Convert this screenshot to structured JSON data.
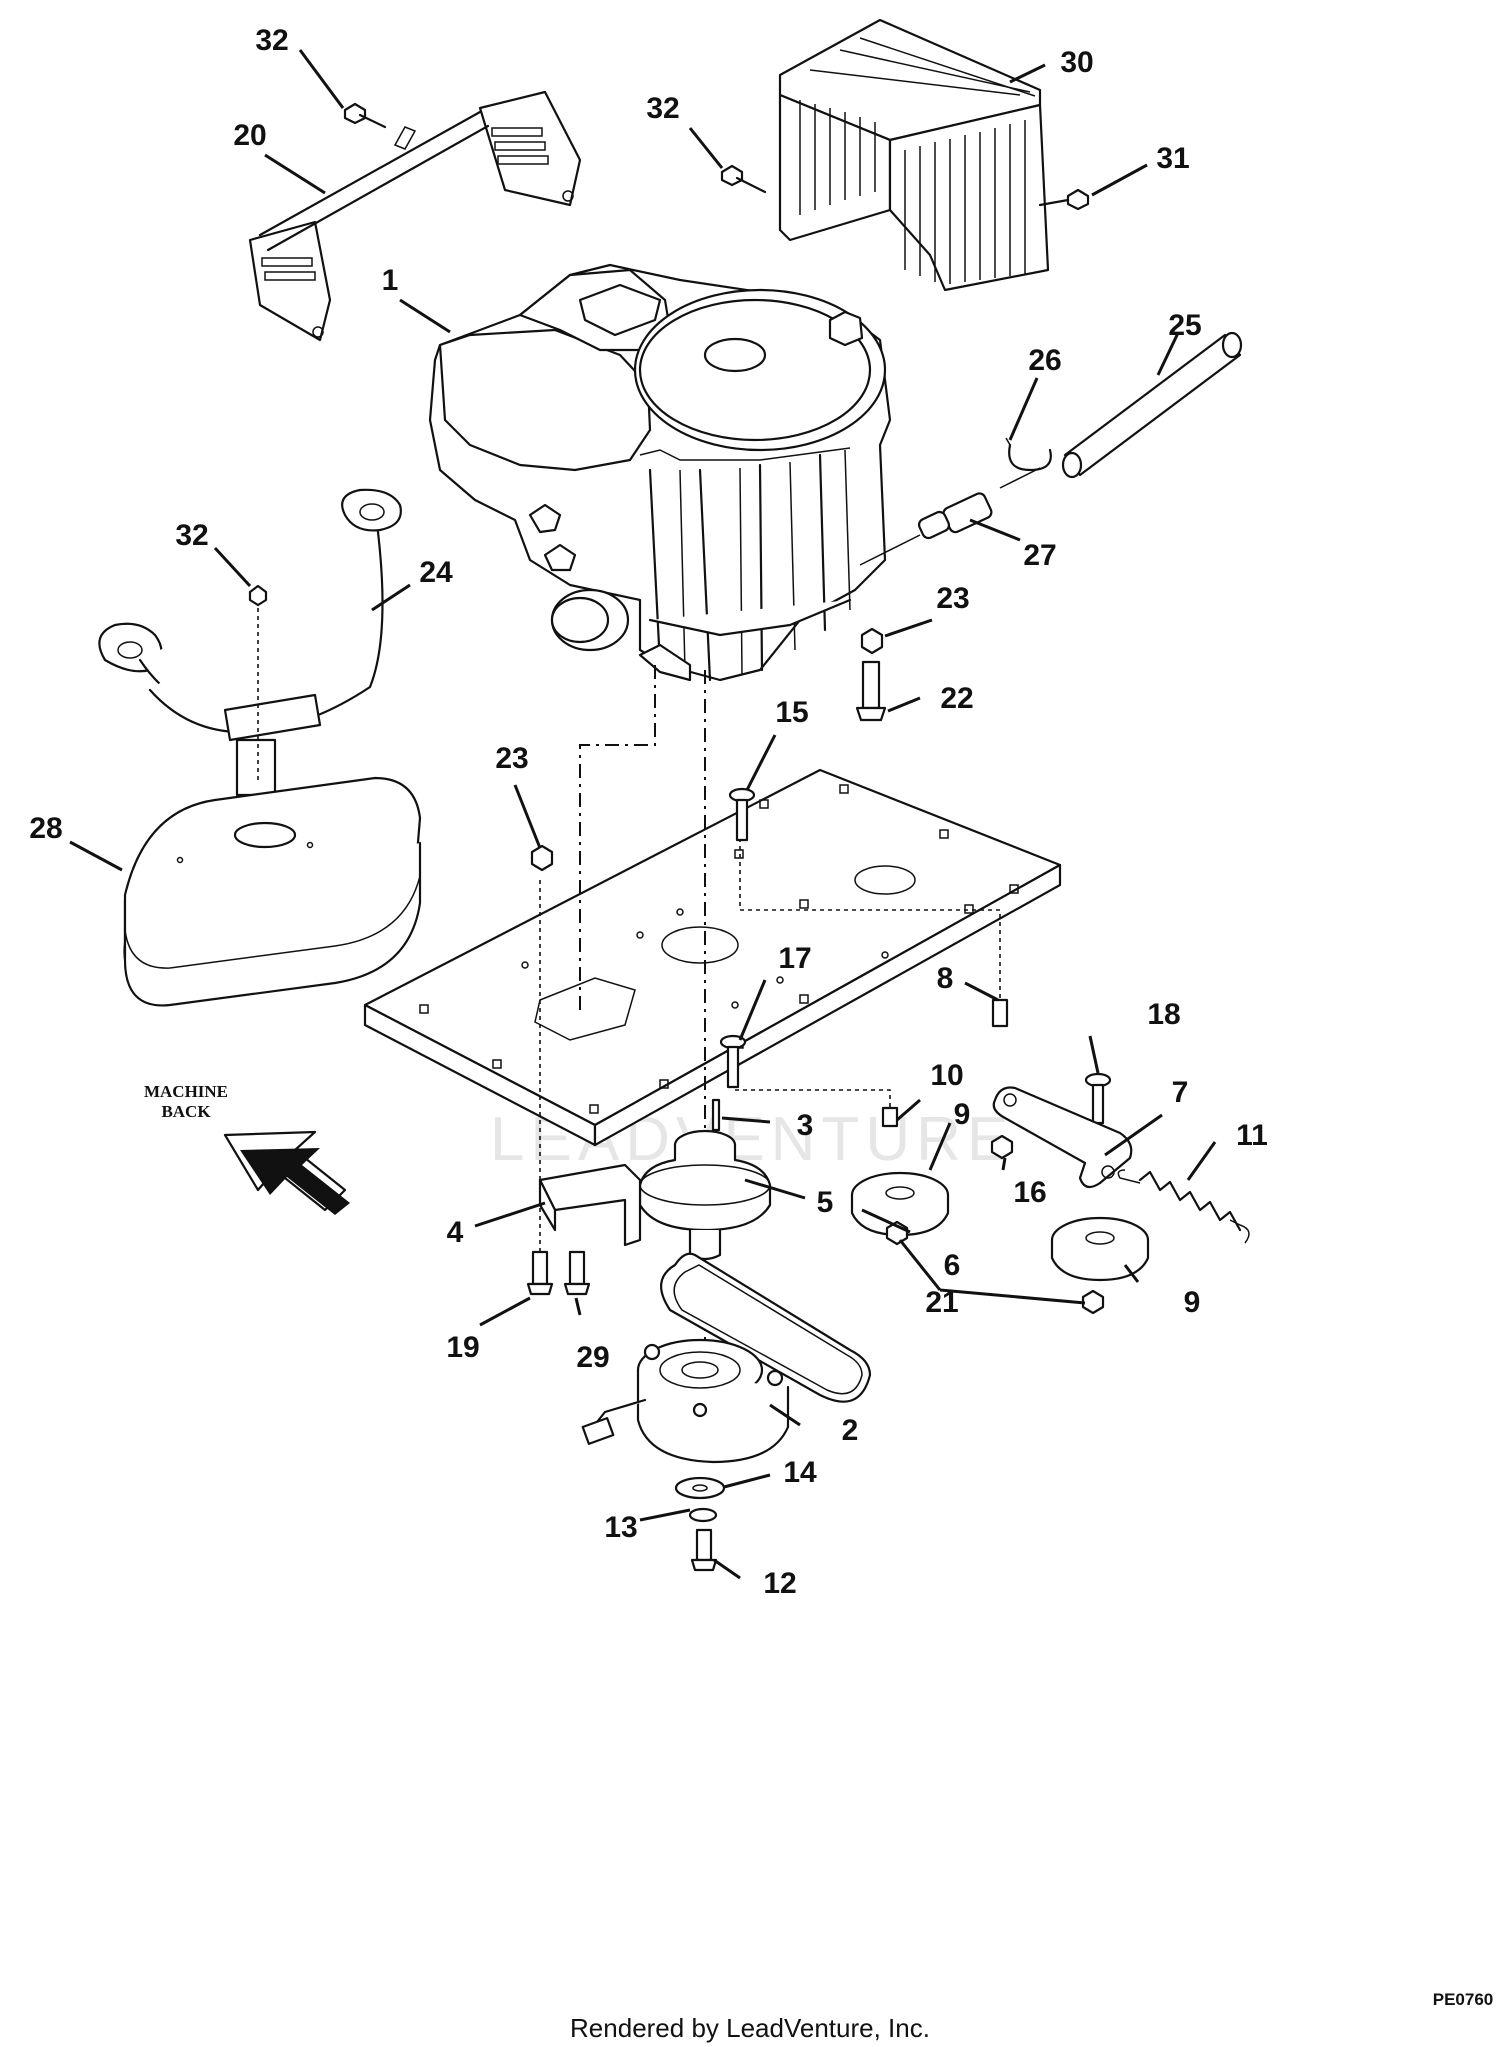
{
  "diagram": {
    "callouts": [
      "1",
      "2",
      "3",
      "4",
      "5",
      "6",
      "7",
      "8",
      "9",
      "9",
      "10",
      "11",
      "12",
      "13",
      "14",
      "15",
      "16",
      "17",
      "18",
      "19",
      "20",
      "21",
      "22",
      "23",
      "23",
      "24",
      "25",
      "26",
      "27",
      "28",
      "29",
      "30",
      "31",
      "32",
      "32",
      "32"
    ],
    "direction_label": {
      "line1": "MACHINE",
      "line2": "BACK"
    },
    "drawing_code": "PE0760",
    "watermark": "LEADVENTURE",
    "footer": "Rendered by LeadVenture, Inc."
  }
}
